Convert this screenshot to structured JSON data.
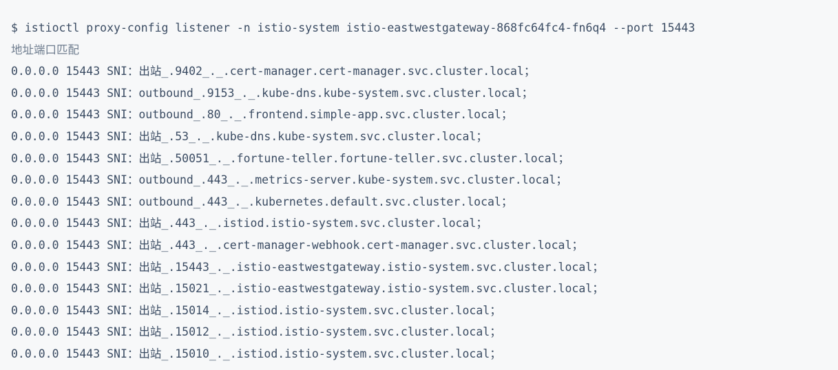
{
  "terminal": {
    "prompt_symbol": "$",
    "command": "$ istioctl proxy-config listener -n istio-system istio-eastwestgateway-868fc64fc4-fn6q4 --port 15443",
    "column_header": "地址端口匹配",
    "colors": {
      "background": "#f7f8f9",
      "text": "#3b4c63",
      "header_text": "#6f7d8f"
    },
    "rows": [
      {
        "address": "0.0.0.0",
        "port": "15443",
        "match_label": "SNI：",
        "sni": "出站_.9402_._.cert-manager.cert-manager.svc.cluster.local；",
        "full": "0.0.0.0 15443 SNI：出站_.9402_._.cert-manager.cert-manager.svc.cluster.local；"
      },
      {
        "address": "0.0.0.0",
        "port": "15443",
        "match_label": "SNI：",
        "sni": "outbound_.9153_._.kube-dns.kube-system.svc.cluster.local；",
        "full": "0.0.0.0 15443 SNI：outbound_.9153_._.kube-dns.kube-system.svc.cluster.local；"
      },
      {
        "address": "0.0.0.0",
        "port": "15443",
        "match_label": "SNI：",
        "sni": "outbound_.80_._.frontend.simple-app.svc.cluster.local；",
        "full": "0.0.0.0 15443 SNI：outbound_.80_._.frontend.simple-app.svc.cluster.local；"
      },
      {
        "address": "0.0.0.0",
        "port": "15443",
        "match_label": "SNI：",
        "sni": "出站_.53_._.kube-dns.kube-system.svc.cluster.local；",
        "full": "0.0.0.0 15443 SNI：出站_.53_._.kube-dns.kube-system.svc.cluster.local；"
      },
      {
        "address": "0.0.0.0",
        "port": "15443",
        "match_label": "SNI：",
        "sni": "出站_.50051_._.fortune-teller.fortune-teller.svc.cluster.local；",
        "full": "0.0.0.0 15443 SNI：出站_.50051_._.fortune-teller.fortune-teller.svc.cluster.local；"
      },
      {
        "address": "0.0.0.0",
        "port": "15443",
        "match_label": "SNI：",
        "sni": "outbound_.443_._.metrics-server.kube-system.svc.cluster.local；",
        "full": "0.0.0.0 15443 SNI：outbound_.443_._.metrics-server.kube-system.svc.cluster.local；"
      },
      {
        "address": "0.0.0.0",
        "port": "15443",
        "match_label": "SNI：",
        "sni": "outbound_.443_._.kubernetes.default.svc.cluster.local；",
        "full": "0.0.0.0 15443 SNI：outbound_.443_._.kubernetes.default.svc.cluster.local；"
      },
      {
        "address": "0.0.0.0",
        "port": "15443",
        "match_label": "SNI：",
        "sni": "出站_.443_._.istiod.istio-system.svc.cluster.local；",
        "full": "0.0.0.0 15443 SNI：出站_.443_._.istiod.istio-system.svc.cluster.local；"
      },
      {
        "address": "0.0.0.0",
        "port": "15443",
        "match_label": "SNI：",
        "sni": "出站_.443_._.cert-manager-webhook.cert-manager.svc.cluster.local；",
        "full": "0.0.0.0 15443 SNI：出站_.443_._.cert-manager-webhook.cert-manager.svc.cluster.local；"
      },
      {
        "address": "0.0.0.0",
        "port": "15443",
        "match_label": "SNI：",
        "sni": "出站_.15443_._.istio-eastwestgateway.istio-system.svc.cluster.local；",
        "full": "0.0.0.0 15443 SNI：出站_.15443_._.istio-eastwestgateway.istio-system.svc.cluster.local；"
      },
      {
        "address": "0.0.0.0",
        "port": "15443",
        "match_label": "SNI：",
        "sni": "出站_.15021_._.istio-eastwestgateway.istio-system.svc.cluster.local；",
        "full": "0.0.0.0 15443 SNI：出站_.15021_._.istio-eastwestgateway.istio-system.svc.cluster.local；"
      },
      {
        "address": "0.0.0.0",
        "port": "15443",
        "match_label": "SNI：",
        "sni": "出站_.15014_._.istiod.istio-system.svc.cluster.local；",
        "full": "0.0.0.0 15443 SNI：出站_.15014_._.istiod.istio-system.svc.cluster.local；"
      },
      {
        "address": "0.0.0.0",
        "port": "15443",
        "match_label": "SNI：",
        "sni": "出站_.15012_._.istiod.istio-system.svc.cluster.local；",
        "full": "0.0.0.0 15443 SNI：出站_.15012_._.istiod.istio-system.svc.cluster.local；"
      },
      {
        "address": "0.0.0.0",
        "port": "15443",
        "match_label": "SNI：",
        "sni": "出站_.15010_._.istiod.istio-system.svc.cluster.local；",
        "full": "0.0.0.0 15443 SNI：出站_.15010_._.istiod.istio-system.svc.cluster.local；"
      }
    ]
  }
}
